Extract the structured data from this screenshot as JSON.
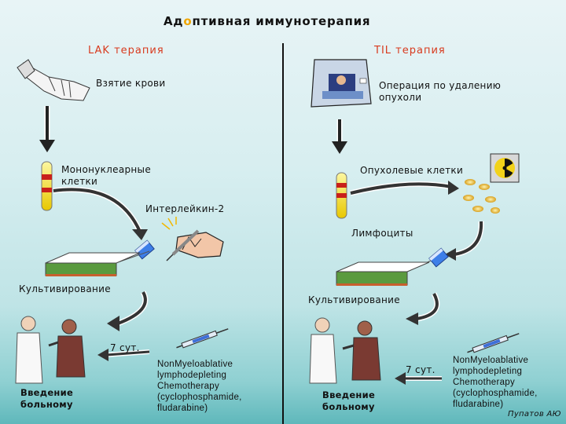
{
  "title": {
    "prefix": "Ад",
    "highlight": "о",
    "rest": "птивная иммунотерапия"
  },
  "left": {
    "heading": "LAK терапия",
    "step1": "Взятие крови",
    "cells": "Мононуклеарные клетки",
    "interleukin": "Интерлейкин-2",
    "culture": "Культивирование",
    "days": "7 сут.",
    "admin": "Введение больному",
    "chemo": "NonMyeloablative lymphodepleting Chemotherapy (cyclophosphamide, fludarabine)"
  },
  "right": {
    "heading": "TIL терапия",
    "step1": "Операция по удалению опухоли",
    "cells": "Опухолевые клетки",
    "lymph": "Лимфоциты",
    "culture": "Культивирование",
    "days": "7 сут.",
    "admin": "Введение больному",
    "chemo": "NonMyeloablative lymphodepleting Chemotherapy (cyclophosphamide, fludarabine)"
  },
  "author": "Пупатов АЮ",
  "colors": {
    "heading": "#d83a1e",
    "title_highlight": "#f0a500",
    "tube_red": "#c8201a",
    "tube_yellow": "#f3dc12",
    "dish_green": "#5a9a3e",
    "dish_top": "#c85f2e"
  }
}
